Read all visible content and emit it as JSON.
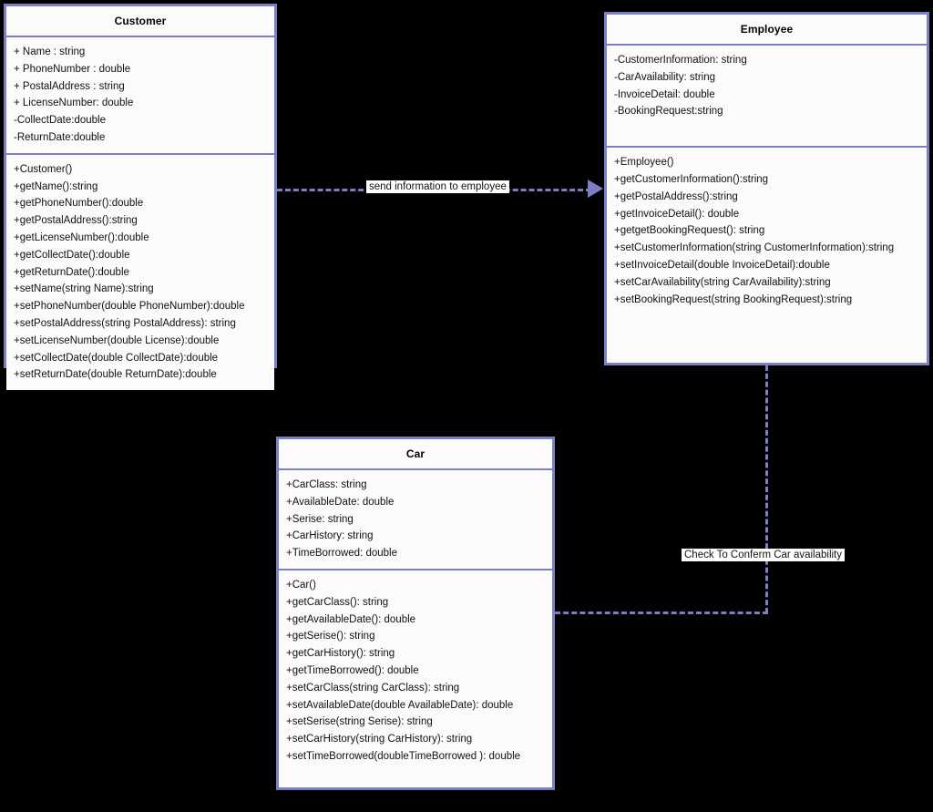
{
  "diagram": {
    "type": "uml-class-diagram",
    "background_color": "#000000",
    "class_border_color": "#7b7fc4",
    "class_fill_color": "#fbfbfd",
    "connector_color": "#7b7fc4"
  },
  "classes": [
    {
      "name": "Customer",
      "attributes": [
        "+ Name : string",
        "+ PhoneNumber : double",
        "+ PostalAddress : string",
        "+ LicenseNumber: double",
        "-CollectDate:double",
        "-ReturnDate:double"
      ],
      "methods": [
        "+Customer()",
        "+getName():string",
        "+getPhoneNumber():double",
        "+getPostalAddress():string",
        "+getLicenseNumber():double",
        "+getCollectDate():double",
        "+getReturnDate():double",
        "+setName(string Name):string",
        "+setPhoneNumber(double PhoneNumber):double",
        "+setPostalAddress(string PostalAddress): string",
        "+setLicenseNumber(double License):double",
        "+setCollectDate(double CollectDate):double",
        "+setReturnDate(double ReturnDate):double"
      ]
    },
    {
      "name": "Employee",
      "attributes": [
        "-CustomerInformation: string",
        "-CarAvailability: string",
        "-InvoiceDetail: double",
        "-BookingRequest:string"
      ],
      "methods": [
        "+Employee()",
        "+getCustomerInformation():string",
        "+getPostalAddress():string",
        "+getInvoiceDetail(): double",
        "+getgetBookingRequest(): string",
        "+setCustomerInformation(string CustomerInformation):string",
        "+setInvoiceDetail(double InvoiceDetail):double",
        "+setCarAvailability(string CarAvailability):string",
        "+setBookingRequest(string BookingRequest):string"
      ]
    },
    {
      "name": "Car",
      "attributes": [
        "+CarClass: string",
        "+AvailableDate: double",
        "+Serise: string",
        "+CarHistory: string",
        "+TimeBorrowed: double"
      ],
      "methods": [
        "+Car()",
        "+getCarClass(): string",
        "+getAvailableDate(): double",
        "+getSerise(): string",
        "+getCarHistory(): string",
        "+getTimeBorrowed(): double",
        "+setCarClass(string CarClass): string",
        "+setAvailableDate(double AvailableDate): double",
        "+setSerise(string Serise): string",
        "+setCarHistory(string CarHistory): string",
        "+setTimeBorrowed(doubleTimeBorrowed ): double"
      ]
    }
  ],
  "connectors": [
    {
      "label": "send information to employee",
      "from": "Customer",
      "to": "Employee",
      "style": "dashed",
      "arrowhead": "open-right"
    },
    {
      "label": "Check To Conferm Car availability",
      "from": "Car",
      "to": "Employee",
      "style": "dashed",
      "arrowhead": "none"
    }
  ]
}
